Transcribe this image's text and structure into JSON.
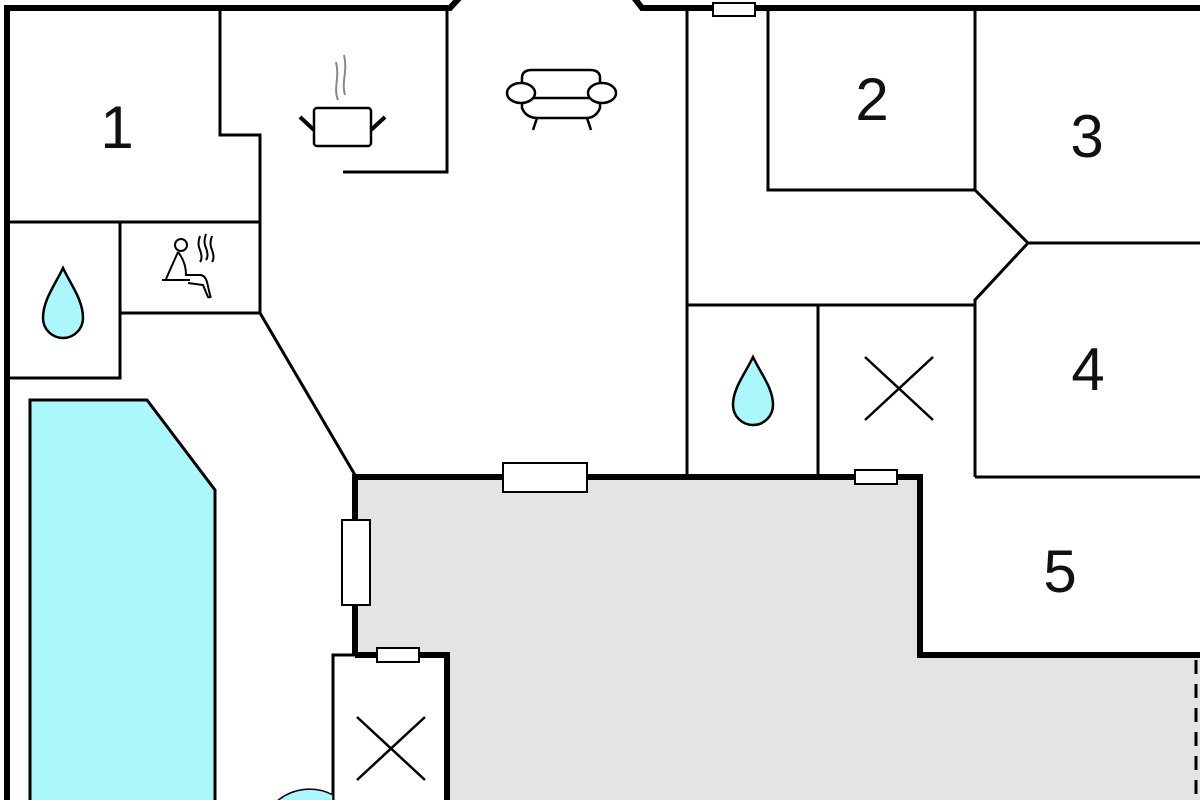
{
  "title": "Floor plan",
  "rooms": [
    {
      "label": "1",
      "type": "bedroom"
    },
    {
      "label": "2",
      "type": "bedroom"
    },
    {
      "label": "3",
      "type": "bedroom"
    },
    {
      "label": "4",
      "type": "bedroom"
    },
    {
      "label": "5",
      "type": "bedroom"
    }
  ],
  "icons": [
    "kitchen-pot-icon",
    "sofa-icon",
    "sauna-icon",
    "shower-drop-icon",
    "toilet-x-icon",
    "pool"
  ],
  "colors": {
    "water": "#aaf8fc",
    "terrace": "#e4e4e4",
    "wall": "#000000"
  }
}
